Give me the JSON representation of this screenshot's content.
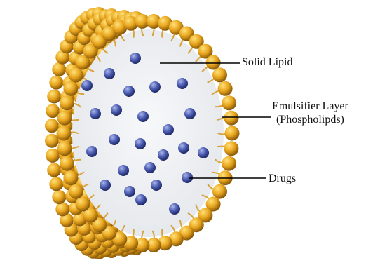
{
  "labels": {
    "solid_lipid": "Solid Lipid",
    "emulsifier_line1": "Emulsifier Layer",
    "emulsifier_line2": "(Phospholipds)",
    "drugs": "Drugs"
  },
  "colors": {
    "head_light": "#ffe27a",
    "head_mid": "#e8a51d",
    "head_dark": "#8a5a0a",
    "tail": "#d9a23a",
    "core": "#eef0f3",
    "drug_light": "#a9b6ea",
    "drug_mid": "#4a5ab0",
    "drug_dark": "#1f2a66",
    "leader": "#000000"
  },
  "icons": {
    "head_group": "phospholipid-head-icon",
    "drug": "drug-molecule-icon"
  }
}
